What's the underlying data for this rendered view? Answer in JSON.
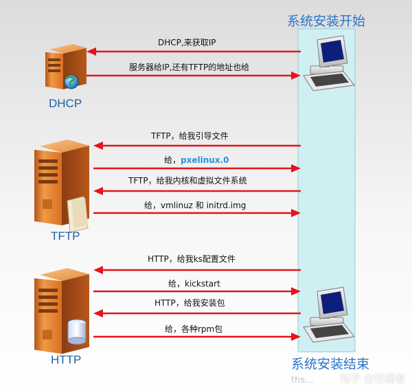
{
  "titles": {
    "start": "系统安装开始",
    "end": "系统安装结束"
  },
  "servers": {
    "dhcp": "DHCP",
    "tftp": "TFTP",
    "http": "HTTP"
  },
  "messages": [
    {
      "text": "DHCP,来获取IP",
      "direction": "left"
    },
    {
      "text": "服务器给IP,还有TFTP的地址也给",
      "direction": "right"
    },
    {
      "text": "TFTP，给我引导文件",
      "direction": "left"
    },
    {
      "prefix": "给，",
      "highlight": "pxelinux.0",
      "direction": "right"
    },
    {
      "text": "TFTP，给我内核和虚拟文件系统",
      "direction": "left"
    },
    {
      "text": "给，vmlinuz 和 initrd.img",
      "direction": "right"
    },
    {
      "text": "HTTP，给我ks配置文件",
      "direction": "left"
    },
    {
      "text": "给，kickstart",
      "direction": "right"
    },
    {
      "text": "HTTP，给我安装包",
      "direction": "left"
    },
    {
      "text": "给，各种rpm包",
      "direction": "right"
    }
  ],
  "watermark": {
    "faint": "ths...",
    "text": "知乎 @挖掘者"
  },
  "colors": {
    "arrow": "#e3141b",
    "lifeline": "#cfeff2",
    "lifeline_border": "#8ccfd6",
    "server_orange": "#e07c2a",
    "title_blue": "#2a74c9"
  }
}
